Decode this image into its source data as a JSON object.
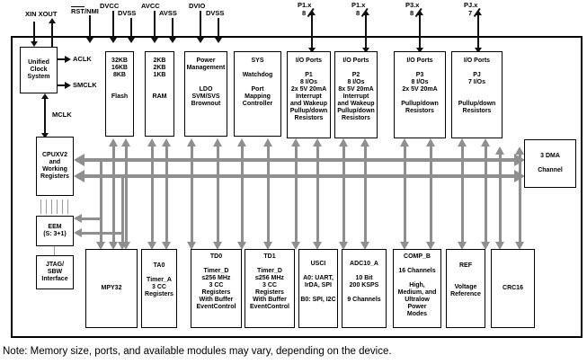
{
  "pins": {
    "xin_xout": "XIN XOUT",
    "rst": "RST",
    "nmi": "/NMI",
    "dvcc": "DVCC",
    "dvss_1": "DVSS",
    "avcc": "AVCC",
    "avss": "AVSS",
    "dvio": "DVIO",
    "dvss_2": "DVSS"
  },
  "port_pins": [
    {
      "label": "P1.x",
      "width": "8"
    },
    {
      "label": "P1.x",
      "width": "8"
    },
    {
      "label": "P3.x",
      "width": "8"
    },
    {
      "label": "PJ.x",
      "width": "7"
    }
  ],
  "clocks": {
    "aclk": "ACLK",
    "smclk": "SMCLK",
    "mclk": "MCLK"
  },
  "blocks": {
    "ucs": [
      "Unified",
      "Clock",
      "System"
    ],
    "flash": [
      "32KB",
      "16KB",
      "8KB",
      "",
      "",
      "Flash"
    ],
    "ram": [
      "2KB",
      "2KB",
      "1KB",
      "",
      "",
      "RAM"
    ],
    "pmm": [
      "Power",
      "Management",
      "",
      "",
      "LDO",
      "SVM/SVS",
      "Brownout"
    ],
    "sys": [
      "SYS",
      "",
      "Watchdog",
      "",
      "Port",
      "Mapping",
      "Controller"
    ],
    "p1": [
      "I/O Ports",
      "",
      "P1",
      "8 I/Os",
      "2x 5V 20mA",
      "Interrupt",
      "and Wakeup",
      "Pullup/down",
      "Resistors"
    ],
    "p2": [
      "I/O Ports",
      "",
      "P2",
      "8 I/Os",
      "8x 5V 20mA",
      "Interrupt",
      "and Wakeup",
      "Pullup/down",
      "Resistors"
    ],
    "p3": [
      "I/O Ports",
      "",
      "P3",
      "8 I/Os",
      "2x 5V 20mA",
      "",
      "Pullup/down",
      "Resistors"
    ],
    "pj": [
      "I/O Ports",
      "",
      "PJ",
      "7 I/Os",
      "",
      "",
      "Pullup/down",
      "Resistors"
    ],
    "cpu": [
      "CPUXV2",
      "and",
      "Working",
      "Registers"
    ],
    "eem": [
      "EEM",
      "(S: 3+1)"
    ],
    "jtag": [
      "JTAG/",
      "SBW",
      "Interface"
    ],
    "dma": [
      "3 DMA",
      "",
      "Channel"
    ],
    "mpy": [
      "MPY32"
    ],
    "ta0": [
      "TA0",
      "",
      "Timer_A",
      "3 CC",
      "Registers"
    ],
    "td0": [
      "TD0",
      "",
      "Timer_D",
      "≤256 MHz",
      "3 CC",
      "Registers",
      "With Buffer",
      "EventControl"
    ],
    "td1": [
      "TD1",
      "",
      "Timer_D",
      "≤256 MHz",
      "3 CC",
      "Registers",
      "With Buffer",
      "EventControl"
    ],
    "usci": [
      "USCI",
      "",
      "A0: UART,",
      "IrDA, SPI",
      "",
      "B0: SPI, I2C"
    ],
    "adc": [
      "ADC10_A",
      "",
      "10 Bit",
      "200 KSPS",
      "",
      "9 Channels"
    ],
    "comp": [
      "COMP_B",
      "",
      "16 Channels",
      "",
      "High,",
      "Medium, and",
      "Ultralow",
      "Power",
      "Modes"
    ],
    "ref": [
      "REF",
      "",
      "",
      "Voltage",
      "Reference"
    ],
    "crc": [
      "CRC16"
    ]
  },
  "note": "Note: Memory size, ports, and available modules may vary, depending on the device.",
  "colors": {
    "bus_gray": "#8f8f8f",
    "line_black": "#111111",
    "block_border": "#000000",
    "background": "#ffffff"
  }
}
